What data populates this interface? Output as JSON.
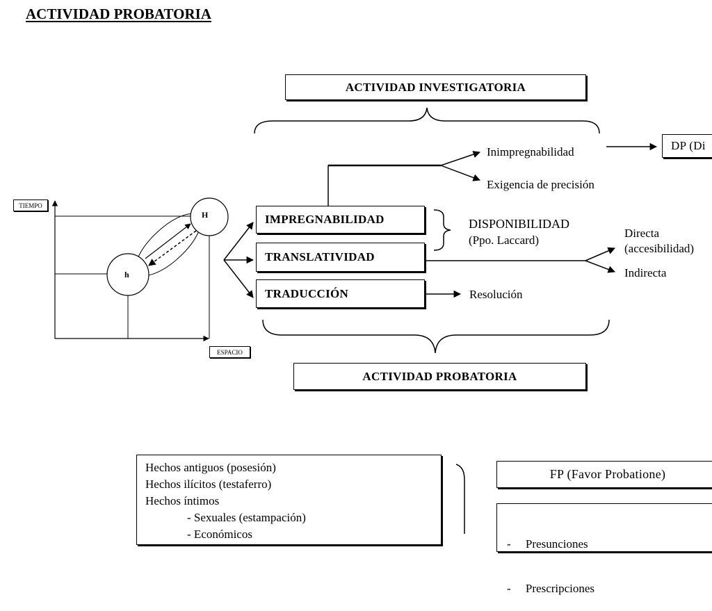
{
  "title": "ACTIVIDAD PROBATORIA",
  "investigatoria_box": "ACTIVIDAD INVESTIGATORIA",
  "probatoria_box": "ACTIVIDAD PROBATORIA",
  "graph": {
    "y_label": "TIEMPO",
    "x_label": "ESPACIO",
    "node_big": "H",
    "node_small": "h"
  },
  "stages": {
    "impregnabilidad": "IMPREGNABILIDAD",
    "translatividad": "TRANSLATIVIDAD",
    "traduccion": "TRADUCCIÓN"
  },
  "branches": {
    "inimpregnabilidad": "Inimpregnabilidad",
    "exigencia": "Exigencia de precisión",
    "dp_box": "DP (Di",
    "disponibilidad_1": "DISPONIBILIDAD",
    "disponibilidad_2": "(Ppo. Laccard)",
    "directa_1": "Directa",
    "directa_2": "(accesibilidad)",
    "indirecta": "Indirecta",
    "resolucion": "Resolución"
  },
  "hechos": {
    "items": [
      "Hechos antiguos (posesión)",
      "Hechos ilícitos (testaferro)",
      "Hechos íntimos",
      "- Sexuales (estampación)",
      "- Económicos"
    ]
  },
  "fp_box": "FP (Favor Probatione)",
  "presunciones": {
    "items": [
      "-     Presunciones",
      "-     Prescripciones"
    ]
  }
}
